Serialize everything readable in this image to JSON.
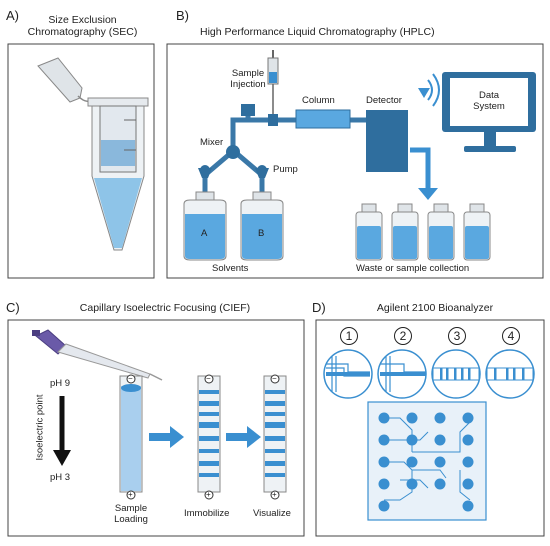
{
  "panels": {
    "a": {
      "letter": "A)",
      "title_line1": "Size Exclusion",
      "title_line2": "Chromatography (SEC)"
    },
    "b": {
      "letter": "B)",
      "title": "High Performance Liquid Chromatography (HPLC)",
      "labels": {
        "sample_line1": "Sample",
        "sample_line2": "Injection",
        "column": "Column",
        "detector": "Detector",
        "data_line1": "Data",
        "data_line2": "System",
        "mixer": "Mixer",
        "pump": "Pump",
        "bottle_a": "A",
        "bottle_b": "B",
        "solvents": "Solvents",
        "waste": "Waste or sample collection"
      }
    },
    "c": {
      "letter": "C)",
      "title": "Capillary Isoelectric Focusing (CIEF)",
      "labels": {
        "ph_top": "pH 9",
        "ph_bottom": "pH 3",
        "axis": "Isoelectric point",
        "step1_line1": "Sample",
        "step1_line2": "Loading",
        "step2": "Immobilize",
        "step3": "Visualize",
        "minus": "−",
        "plus": "+"
      }
    },
    "d": {
      "letter": "D)",
      "title": "Agilent 2100 Bioanalyzer",
      "steps": [
        "1",
        "2",
        "3",
        "4"
      ]
    }
  },
  "colors": {
    "blue": "#3a8fd0",
    "steel": "#3a78a8",
    "liquid": "#8ec4e8",
    "frame": "#444444"
  }
}
